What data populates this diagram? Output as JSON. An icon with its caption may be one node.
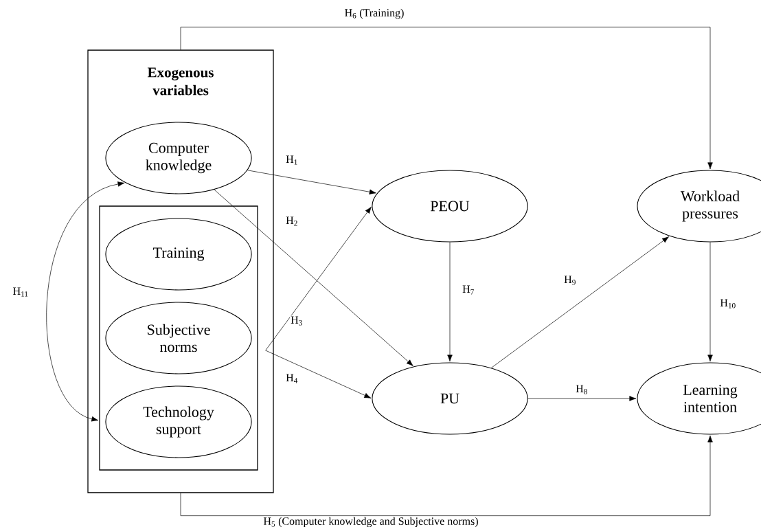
{
  "diagram": {
    "nodes": [
      {
        "text": [
          "Exogenous variables"
        ]
      },
      {
        "text": [
          "Computer knowledge"
        ],
        "in": 0
      },
      {
        "text": [],
        "shape": "box",
        "in": 0
      },
      {
        "text": [
          "Training"
        ],
        "in": 2
      },
      {
        "text": [
          "Subjective norms"
        ],
        "in": 2
      },
      {
        "text": [
          "Technology support"
        ],
        "in": 2
      },
      {
        "text": [
          "PEOU"
        ]
      },
      {
        "text": [
          "PU"
        ]
      },
      {
        "text": [
          "Workload pressures"
        ]
      },
      {
        "text": [
          "Learning intention"
        ]
      }
    ],
    "edges": [
      {
        "from": 1,
        "to": 6,
        "arrow": "to",
        "label": "H$_{1}$"
      },
      {
        "from": 1,
        "to": 7,
        "arrow": "to",
        "label": "H$_{2}$"
      },
      {
        "from": 4,
        "to": 6,
        "arrow": "to",
        "label": "H$_{3}$"
      },
      {
        "from": 4,
        "to": 7,
        "arrow": "to",
        "label": "H$_{4}$"
      },
      {
        "from": 0,
        "to": 9,
        "arrow": "to",
        "label": "H$_{5}$ (Computer knowledge and Subjective norms)"
      },
      {
        "from": 0,
        "to": 8,
        "arrow": "to",
        "label": "H$_{6}$ (Training)"
      },
      {
        "from": 6,
        "to": 7,
        "arrow": "to",
        "label": "H$_{7}$"
      },
      {
        "from": 7,
        "to": 9,
        "arrow": "to",
        "label": "H$_{8}$"
      },
      {
        "from": 7,
        "to": 8,
        "arrow": "to",
        "label": "H$_{9}$"
      },
      {
        "from": 8,
        "to": 9,
        "arrow": "to",
        "label": "H$_{10}$"
      },
      {
        "from": 1,
        "to": 2,
        "arrow": "both",
        "label": "H$_{11}$"
      }
    ]
  }
}
